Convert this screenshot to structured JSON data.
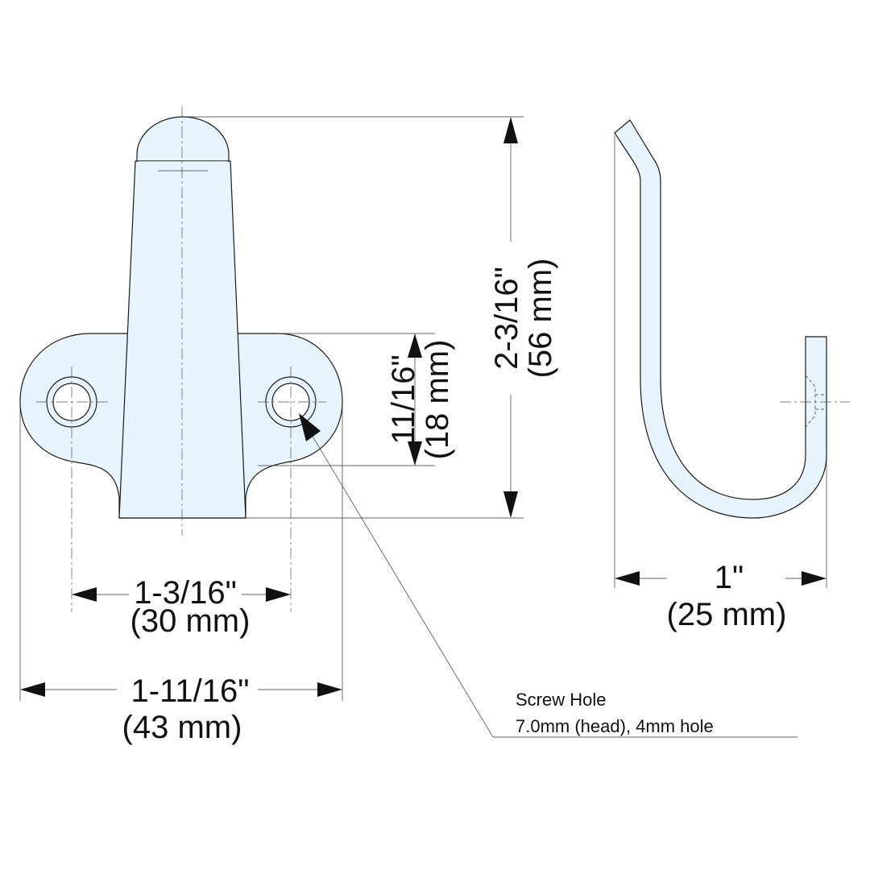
{
  "colors": {
    "part_fill": "#e8f4fb",
    "line": "#1a1a1a",
    "background": "#ffffff"
  },
  "dimensions": {
    "height_total": {
      "imperial": "2-3/16\"",
      "metric": "(56 mm)"
    },
    "height_base": {
      "imperial": "11/16\"",
      "metric": "(18 mm)"
    },
    "hole_spacing": {
      "imperial": "1-3/16\"",
      "metric": "(30 mm)"
    },
    "base_width": {
      "imperial": "1-11/16\"",
      "metric": "(43 mm)"
    },
    "hook_depth": {
      "imperial": "1\"",
      "metric": "(25 mm)"
    }
  },
  "callout": {
    "title": "Screw Hole",
    "detail": "7.0mm (head), 4mm hole"
  }
}
